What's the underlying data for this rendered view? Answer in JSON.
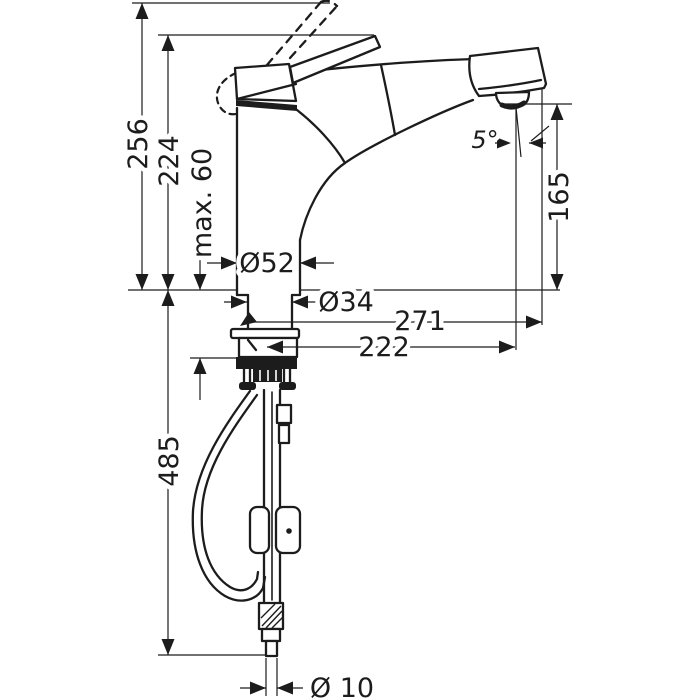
{
  "diagram": {
    "type": "technical-drawing",
    "subject": "single-lever kitchen faucet with pull-out spray, installation dimension drawing",
    "colors": {
      "background": "#ffffff",
      "ink": "#1c1c1c"
    },
    "labels": {
      "height_total": "256",
      "height_handle": "224",
      "max_thickness": "max. 60",
      "base_diameter": "Ø52",
      "shank_diameter": "Ø34",
      "projection": "271",
      "spout_reach": "222",
      "spout_angle": "5°",
      "outlet_height": "165",
      "hose_length": "485",
      "connection_diameter": "Ø 10"
    }
  }
}
